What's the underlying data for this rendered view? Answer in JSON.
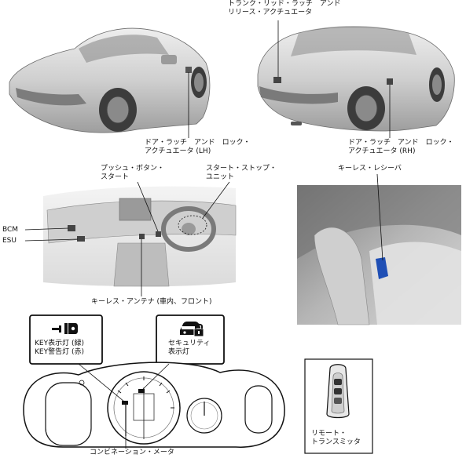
{
  "labels": {
    "trunk_actuator": "トランク・リッド・ラッチ　アンド\nリリース・アクチュエータ",
    "door_lh": "ドア・ラッチ　アンド　ロック・\nアクチュエータ (LH)",
    "door_rh": "ドア・ラッチ　アンド　ロック・\nアクチュエータ (RH)",
    "push_button": "プッシュ・ボタン・\nスタート",
    "start_stop_unit": "スタート・ストップ・\nユニット",
    "keyless_receiver": "キーレス・レシーバ",
    "bcm": "BCM",
    "esu": "ESU",
    "keyless_antenna": "キーレス・アンテナ (車内、フロント)",
    "key_indicator": "KEY表示灯 (緑)\nKEY警告灯 (赤)",
    "security_indicator": "セキュリティ\n表示灯",
    "combination_meter": "コンビネーション・メータ",
    "remote_transmitter": "リモート・\nトランスミッタ"
  },
  "icons": {
    "key": "key-warning-icon",
    "security": "car-security-icon"
  },
  "colors": {
    "line": "#111111",
    "car_body": "#d2d2d2",
    "car_shadow": "#9a9a9a",
    "receiver_blue": "#1f4fb5"
  }
}
